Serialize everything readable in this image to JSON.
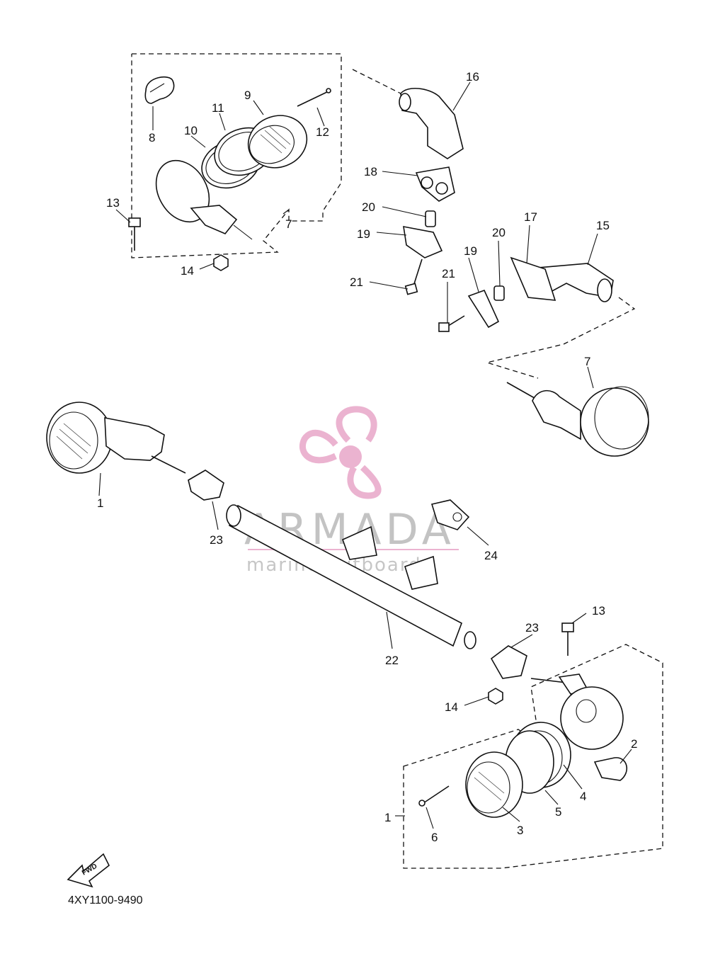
{
  "diagram": {
    "part_labels": [
      "1",
      "2",
      "3",
      "4",
      "5",
      "6",
      "7",
      "8",
      "9",
      "10",
      "11",
      "12",
      "13",
      "14",
      "15",
      "16",
      "17",
      "18",
      "19",
      "20",
      "21",
      "22",
      "23",
      "24"
    ],
    "drawing_code": "4XY1100-9490",
    "fwd_label": "FWD"
  },
  "watermark": {
    "brand": "ARMADA",
    "tagline": "marine outboards",
    "color": "#e8a6c8"
  }
}
